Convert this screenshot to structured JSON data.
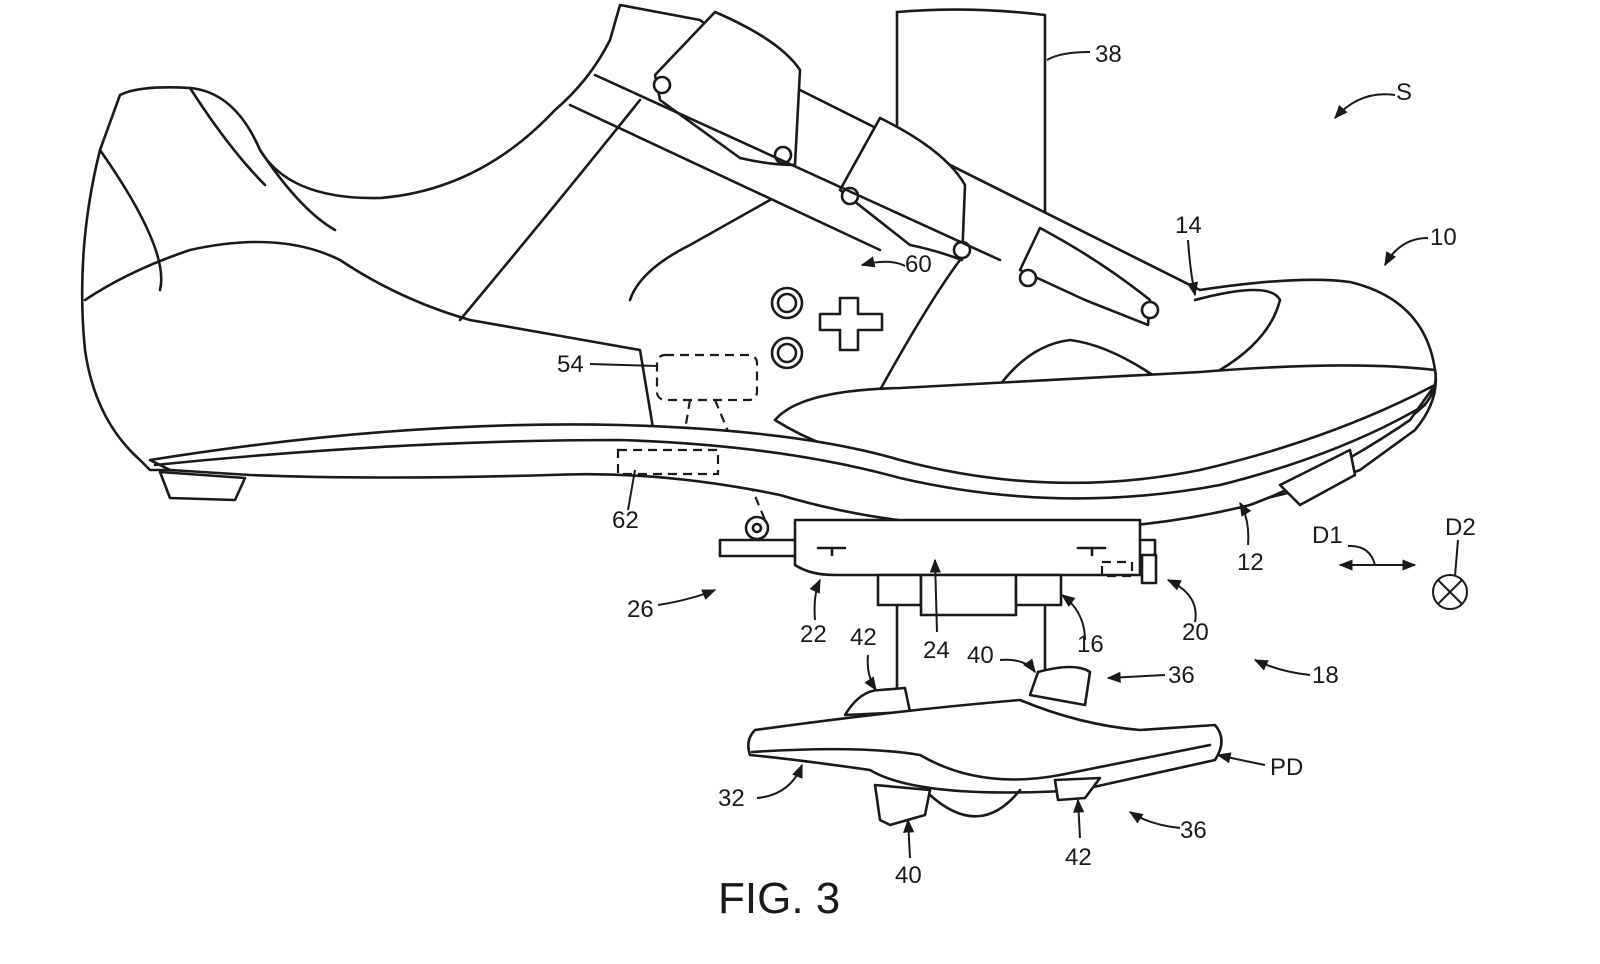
{
  "figure": {
    "caption": "FIG. 3",
    "subject": "cycling shoe with cleat assembly engaging bicycle pedal",
    "labels": {
      "S": "S",
      "n10": "10",
      "n12": "12",
      "n14": "14",
      "n16": "16",
      "n18": "18",
      "n20": "20",
      "n22": "22",
      "n24": "24",
      "n26": "26",
      "n32": "32",
      "n36a": "36",
      "n36b": "36",
      "n38": "38",
      "n40a": "40",
      "n40b": "40",
      "n42a": "42",
      "n42b": "42",
      "n54": "54",
      "n60": "60",
      "n62": "62",
      "PD": "PD",
      "D1": "D1",
      "D2": "D2"
    },
    "direction_symbols": {
      "D1": "double-headed horizontal arrow",
      "D2": "into-page cross-in-circle"
    }
  }
}
